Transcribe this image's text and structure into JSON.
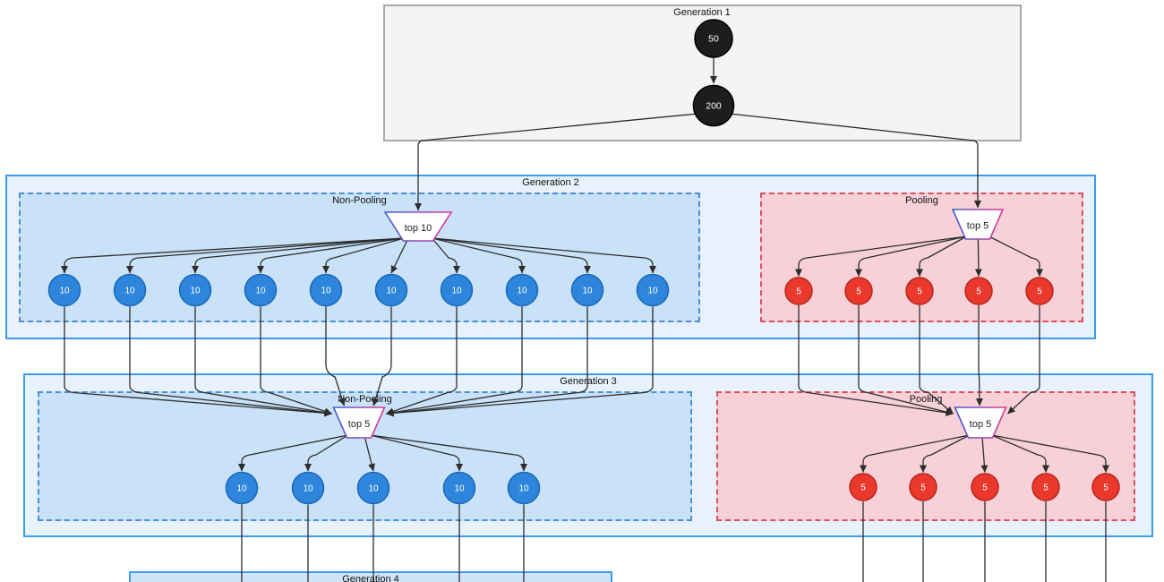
{
  "gen1": {
    "title": "Generation 1",
    "nodes": [
      "50",
      "200"
    ]
  },
  "gen2": {
    "title": "Generation 2",
    "nonpooling": {
      "title": "Non-Pooling",
      "selector": "top 10",
      "nodes": [
        "10",
        "10",
        "10",
        "10",
        "10",
        "10",
        "10",
        "10",
        "10",
        "10"
      ]
    },
    "pooling": {
      "title": "Pooling",
      "selector": "top 5",
      "nodes": [
        "5",
        "5",
        "5",
        "5",
        "5"
      ]
    }
  },
  "gen3": {
    "title": "Generation 3",
    "nonpooling": {
      "title": "Non-Pooling",
      "selector": "top 5",
      "nodes": [
        "10",
        "10",
        "10",
        "10",
        "10"
      ]
    },
    "pooling": {
      "title": "Pooling",
      "selector": "top 5",
      "nodes": [
        "5",
        "5",
        "5",
        "5",
        "5"
      ]
    }
  },
  "gen4": {
    "title": "Generation 4"
  },
  "colors": {
    "blue_node": "#2e86dc",
    "red_node": "#ea382c",
    "black_node": "#1d1d1d",
    "edge": "#2d2d2d",
    "nonpooling_fill": "#c9e2f8",
    "pooling_fill": "#f8d1d8",
    "outer_fill": "#e8f2fc",
    "outer_border": "#3d9af0",
    "nonpooling_border": "#4a8fd0",
    "pooling_border": "#d9505c",
    "selector_border_left": "#3d5fd3",
    "selector_border_right": "#e0378f"
  }
}
